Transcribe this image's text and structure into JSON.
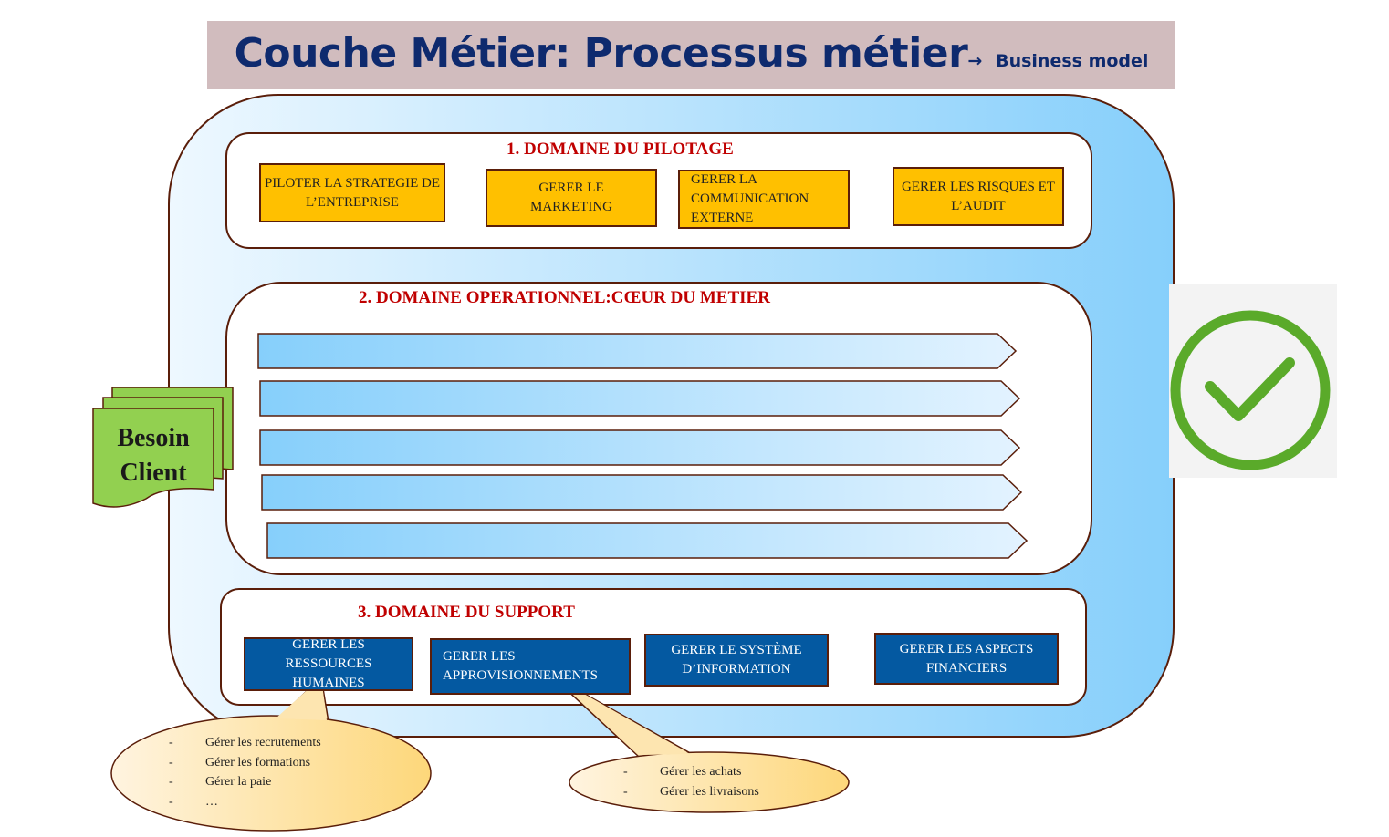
{
  "title": {
    "main": "Couche Métier:  Processus métier",
    "arrow": "→",
    "sub": "Business model"
  },
  "colors": {
    "title_bg": "#d1bcbe",
    "title_text": "#0e2a6e",
    "domain_title": "#c00000",
    "pilotage_box": "#ffc000",
    "support_box": "#0459a1",
    "besoin_client": "#92d050",
    "check": "#5aaa2a"
  },
  "domains": {
    "pilotage": {
      "title": "1. DOMAINE DU PILOTAGE",
      "boxes": [
        "PILOTER LA STRATEGIE DE L’ENTREPRISE",
        "GERER LE MARKETING",
        "GERER LA COMMUNICATION EXTERNE",
        "GERER LES RISQUES ET L’AUDIT"
      ]
    },
    "operationnel": {
      "title": "2. DOMAINE OPERATIONNEL:CŒUR DU METIER",
      "process_arrow_count": 5
    },
    "support": {
      "title": "3. DOMAINE DU SUPPORT",
      "boxes": [
        "GERER LES RESSOURCES HUMAINES",
        "GERER LES APPROVISIONNEMENTS",
        "GERER LE SYSTÈME D’INFORMATION",
        "GERER LES ASPECTS FINANCIERS"
      ]
    }
  },
  "besoin_client": {
    "line1": "Besoin",
    "line2": "Client"
  },
  "callouts": {
    "rh": {
      "dash": "-",
      "items": [
        "Gérer les recrutements",
        "Gérer les formations",
        "Gérer la paie",
        "…"
      ]
    },
    "appro": {
      "dash": "-",
      "items": [
        "Gérer les achats",
        "Gérer les livraisons"
      ]
    }
  },
  "icons": {
    "check": "check-circle-icon"
  }
}
